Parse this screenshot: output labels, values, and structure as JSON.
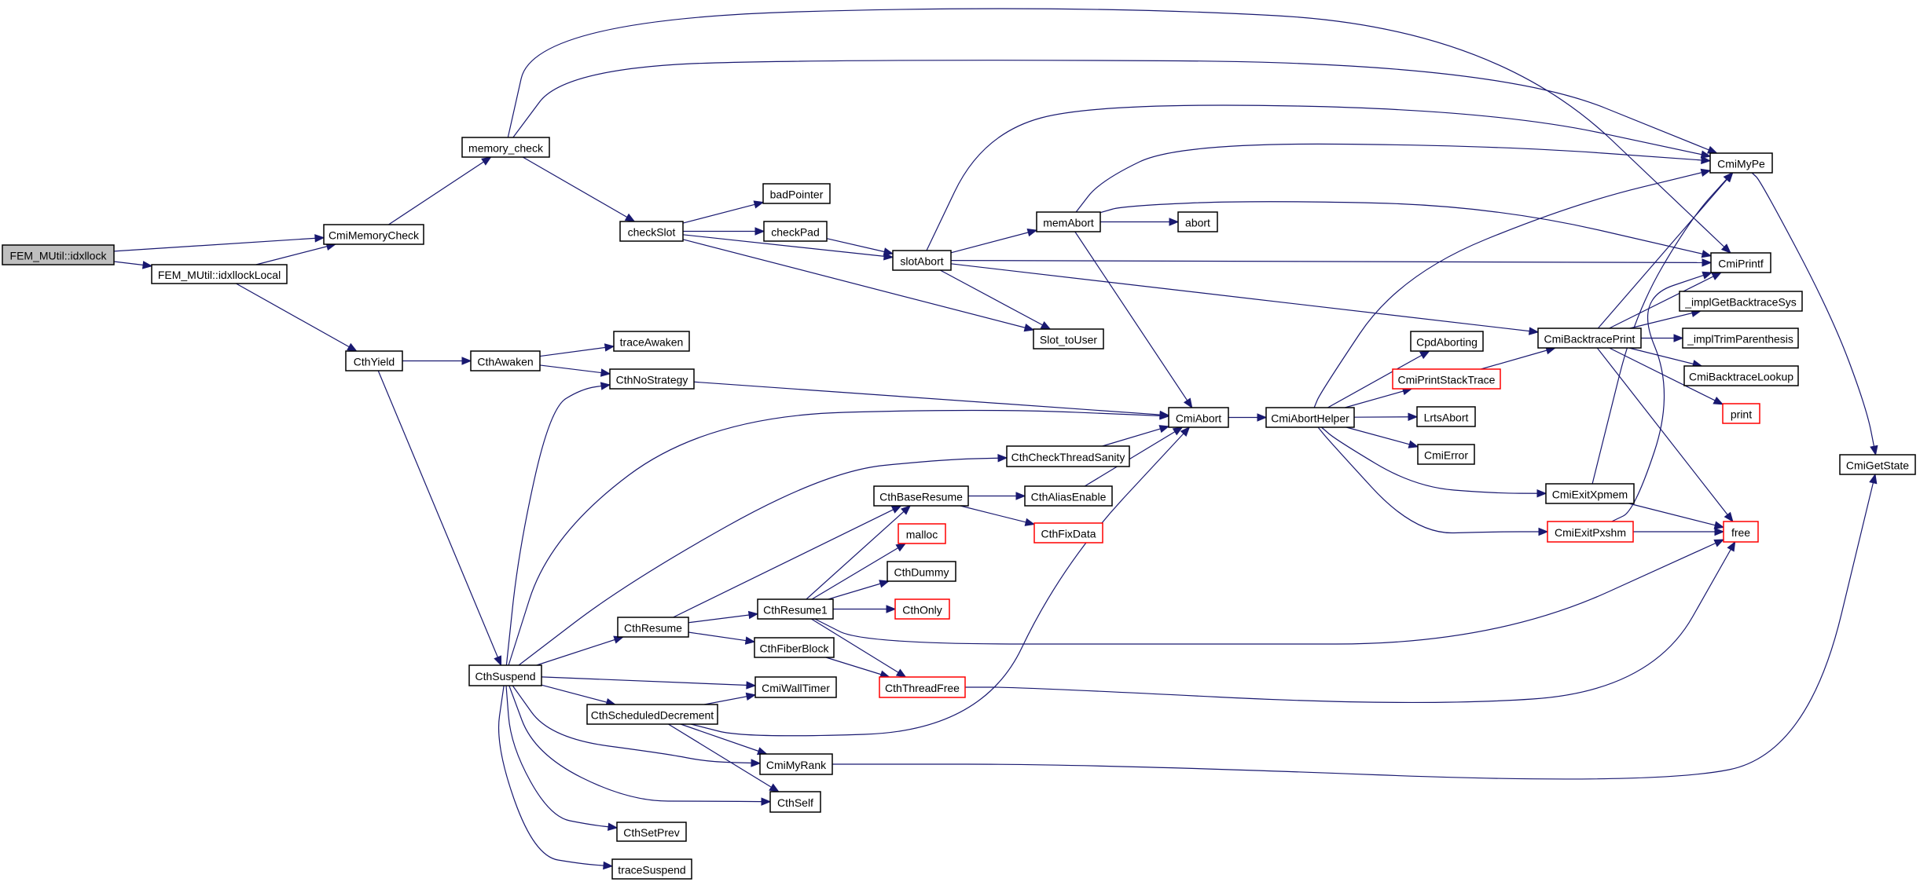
{
  "diagram": {
    "type": "call-graph",
    "root": "FEM_MUtil::idxllock",
    "colors": {
      "edge": "#191970",
      "root_fill": "#bfbfbf",
      "node_border": "#000000",
      "undocumented_border": "#ff0000"
    },
    "nodes": [
      {
        "id": "idxllock",
        "label": "FEM_MUtil::idxllock",
        "style": "root"
      },
      {
        "id": "idxllockLocal",
        "label": "FEM_MUtil::idxllockLocal",
        "style": "normal"
      },
      {
        "id": "CmiMemoryCheck",
        "label": "CmiMemoryCheck",
        "style": "normal"
      },
      {
        "id": "memory_check",
        "label": "memory_check",
        "style": "normal"
      },
      {
        "id": "checkSlot",
        "label": "checkSlot",
        "style": "normal"
      },
      {
        "id": "badPointer",
        "label": "badPointer",
        "style": "normal"
      },
      {
        "id": "checkPad",
        "label": "checkPad",
        "style": "normal"
      },
      {
        "id": "slotAbort",
        "label": "slotAbort",
        "style": "normal"
      },
      {
        "id": "memAbort",
        "label": "memAbort",
        "style": "normal"
      },
      {
        "id": "abort",
        "label": "abort",
        "style": "normal"
      },
      {
        "id": "Slot_toUser",
        "label": "Slot_toUser",
        "style": "normal"
      },
      {
        "id": "CthYield",
        "label": "CthYield",
        "style": "normal"
      },
      {
        "id": "CthAwaken",
        "label": "CthAwaken",
        "style": "normal"
      },
      {
        "id": "traceAwaken",
        "label": "traceAwaken",
        "style": "normal"
      },
      {
        "id": "CthNoStrategy",
        "label": "CthNoStrategy",
        "style": "normal"
      },
      {
        "id": "CmiAbort",
        "label": "CmiAbort",
        "style": "normal"
      },
      {
        "id": "CmiAbortHelper",
        "label": "CmiAbortHelper",
        "style": "normal"
      },
      {
        "id": "CpdAborting",
        "label": "CpdAborting",
        "style": "normal"
      },
      {
        "id": "CmiPrintStackTrace",
        "label": "CmiPrintStackTrace",
        "style": "missing"
      },
      {
        "id": "LrtsAbort",
        "label": "LrtsAbort",
        "style": "normal"
      },
      {
        "id": "CmiError",
        "label": "CmiError",
        "style": "normal"
      },
      {
        "id": "CmiBacktracePrint",
        "label": "CmiBacktracePrint",
        "style": "normal"
      },
      {
        "id": "CmiMyPe",
        "label": "CmiMyPe",
        "style": "normal"
      },
      {
        "id": "CmiPrintf",
        "label": "CmiPrintf",
        "style": "normal"
      },
      {
        "id": "implGetBacktraceSys",
        "label": "_implGetBacktraceSys",
        "style": "normal"
      },
      {
        "id": "implTrimParenthesis",
        "label": "_implTrimParenthesis",
        "style": "normal"
      },
      {
        "id": "CmiBacktraceLookup",
        "label": "CmiBacktraceLookup",
        "style": "normal"
      },
      {
        "id": "print",
        "label": "print",
        "style": "missing"
      },
      {
        "id": "CmiGetState",
        "label": "CmiGetState",
        "style": "normal"
      },
      {
        "id": "CmiExitXpmem",
        "label": "CmiExitXpmem",
        "style": "normal"
      },
      {
        "id": "CmiExitPxshm",
        "label": "CmiExitPxshm",
        "style": "missing"
      },
      {
        "id": "free",
        "label": "free",
        "style": "missing"
      },
      {
        "id": "CthCheckThreadSanity",
        "label": "CthCheckThreadSanity",
        "style": "normal"
      },
      {
        "id": "CthBaseResume",
        "label": "CthBaseResume",
        "style": "normal"
      },
      {
        "id": "CthAliasEnable",
        "label": "CthAliasEnable",
        "style": "normal"
      },
      {
        "id": "malloc",
        "label": "malloc",
        "style": "missing"
      },
      {
        "id": "CthFixData",
        "label": "CthFixData",
        "style": "missing"
      },
      {
        "id": "CthDummy",
        "label": "CthDummy",
        "style": "normal"
      },
      {
        "id": "CthResume1",
        "label": "CthResume1",
        "style": "normal"
      },
      {
        "id": "CthOnly",
        "label": "CthOnly",
        "style": "missing"
      },
      {
        "id": "CthResume",
        "label": "CthResume",
        "style": "normal"
      },
      {
        "id": "CthFiberBlock",
        "label": "CthFiberBlock",
        "style": "normal"
      },
      {
        "id": "CthSuspend",
        "label": "CthSuspend",
        "style": "normal"
      },
      {
        "id": "CmiWallTimer",
        "label": "CmiWallTimer",
        "style": "normal"
      },
      {
        "id": "CthThreadFree",
        "label": "CthThreadFree",
        "style": "missing"
      },
      {
        "id": "CthScheduledDecrement",
        "label": "CthScheduledDecrement",
        "style": "normal"
      },
      {
        "id": "CmiMyRank",
        "label": "CmiMyRank",
        "style": "normal"
      },
      {
        "id": "CthSelf",
        "label": "CthSelf",
        "style": "normal"
      },
      {
        "id": "CthSetPrev",
        "label": "CthSetPrev",
        "style": "normal"
      },
      {
        "id": "traceSuspend",
        "label": "traceSuspend",
        "style": "normal"
      }
    ],
    "edges": [
      [
        "idxllock",
        "CmiMemoryCheck"
      ],
      [
        "idxllock",
        "idxllockLocal"
      ],
      [
        "idxllockLocal",
        "CmiMemoryCheck"
      ],
      [
        "idxllockLocal",
        "CthYield"
      ],
      [
        "CmiMemoryCheck",
        "memory_check"
      ],
      [
        "memory_check",
        "CmiPrintf"
      ],
      [
        "memory_check",
        "CmiMyPe"
      ],
      [
        "memory_check",
        "checkSlot"
      ],
      [
        "checkSlot",
        "badPointer"
      ],
      [
        "checkSlot",
        "checkPad"
      ],
      [
        "checkSlot",
        "slotAbort"
      ],
      [
        "checkSlot",
        "Slot_toUser"
      ],
      [
        "checkPad",
        "slotAbort"
      ],
      [
        "slotAbort",
        "CmiMyPe"
      ],
      [
        "slotAbort",
        "memAbort"
      ],
      [
        "slotAbort",
        "CmiPrintf"
      ],
      [
        "slotAbort",
        "CmiBacktracePrint"
      ],
      [
        "slotAbort",
        "Slot_toUser"
      ],
      [
        "memAbort",
        "CmiMyPe"
      ],
      [
        "memAbort",
        "CmiPrintf"
      ],
      [
        "memAbort",
        "abort"
      ],
      [
        "memAbort",
        "CmiAbort"
      ],
      [
        "CthYield",
        "CthAwaken"
      ],
      [
        "CthYield",
        "CthSuspend"
      ],
      [
        "CthAwaken",
        "traceAwaken"
      ],
      [
        "CthAwaken",
        "CthNoStrategy"
      ],
      [
        "CthNoStrategy",
        "CmiAbort"
      ],
      [
        "CmiAbort",
        "CmiAbortHelper"
      ],
      [
        "CmiAbortHelper",
        "CmiMyPe"
      ],
      [
        "CmiAbortHelper",
        "CpdAborting"
      ],
      [
        "CmiAbortHelper",
        "CmiPrintStackTrace"
      ],
      [
        "CmiAbortHelper",
        "LrtsAbort"
      ],
      [
        "CmiAbortHelper",
        "CmiError"
      ],
      [
        "CmiAbortHelper",
        "CmiExitXpmem"
      ],
      [
        "CmiAbortHelper",
        "CmiExitPxshm"
      ],
      [
        "CmiPrintStackTrace",
        "CmiBacktracePrint"
      ],
      [
        "CmiBacktracePrint",
        "CmiMyPe"
      ],
      [
        "CmiBacktracePrint",
        "CmiPrintf"
      ],
      [
        "CmiBacktracePrint",
        "implGetBacktraceSys"
      ],
      [
        "CmiBacktracePrint",
        "implTrimParenthesis"
      ],
      [
        "CmiBacktracePrint",
        "CmiBacktraceLookup"
      ],
      [
        "CmiBacktracePrint",
        "print"
      ],
      [
        "CmiBacktracePrint",
        "free"
      ],
      [
        "CmiMyPe",
        "CmiGetState"
      ],
      [
        "CmiExitXpmem",
        "CmiMyPe"
      ],
      [
        "CmiExitXpmem",
        "free"
      ],
      [
        "CmiExitPxshm",
        "CmiPrintf"
      ],
      [
        "CmiExitPxshm",
        "free"
      ],
      [
        "CthCheckThreadSanity",
        "CmiAbort"
      ],
      [
        "CthAliasEnable",
        "CmiAbort"
      ],
      [
        "CthBaseResume",
        "CthAliasEnable"
      ],
      [
        "CthBaseResume",
        "CthFixData"
      ],
      [
        "CthResume1",
        "CthBaseResume"
      ],
      [
        "CthResume1",
        "malloc"
      ],
      [
        "CthResume1",
        "CthDummy"
      ],
      [
        "CthResume1",
        "CthOnly"
      ],
      [
        "CthResume1",
        "free"
      ],
      [
        "CthResume1",
        "CthThreadFree"
      ],
      [
        "CthResume",
        "CthBaseResume"
      ],
      [
        "CthResume",
        "CthResume1"
      ],
      [
        "CthResume",
        "CthFiberBlock"
      ],
      [
        "CthFiberBlock",
        "CthThreadFree"
      ],
      [
        "CthThreadFree",
        "free"
      ],
      [
        "CthSuspend",
        "CthNoStrategy"
      ],
      [
        "CthSuspend",
        "CmiAbort"
      ],
      [
        "CthSuspend",
        "CthCheckThreadSanity"
      ],
      [
        "CthSuspend",
        "CthResume"
      ],
      [
        "CthSuspend",
        "CmiWallTimer"
      ],
      [
        "CthSuspend",
        "CthScheduledDecrement"
      ],
      [
        "CthSuspend",
        "CmiMyRank"
      ],
      [
        "CthSuspend",
        "CthSelf"
      ],
      [
        "CthSuspend",
        "CthSetPrev"
      ],
      [
        "CthSuspend",
        "traceSuspend"
      ],
      [
        "CthScheduledDecrement",
        "CmiWallTimer"
      ],
      [
        "CthScheduledDecrement",
        "CmiAbort"
      ],
      [
        "CthScheduledDecrement",
        "CmiMyRank"
      ],
      [
        "CthScheduledDecrement",
        "CthSelf"
      ],
      [
        "CmiMyRank",
        "CmiGetState"
      ]
    ]
  }
}
